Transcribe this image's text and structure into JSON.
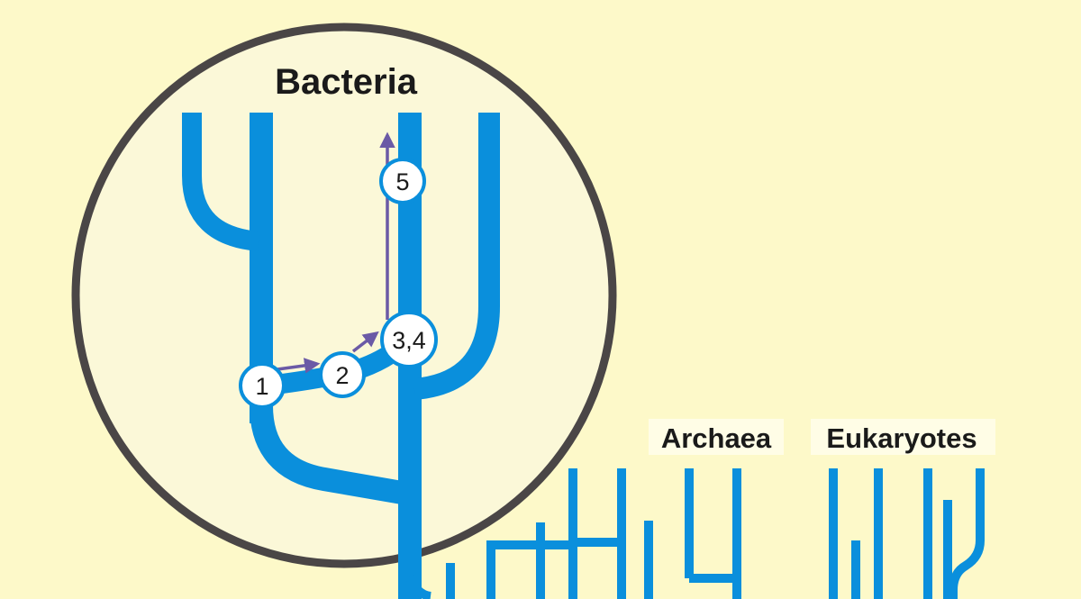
{
  "labels": {
    "bacteria": "Bacteria",
    "archaea": "Archaea",
    "eukaryotes": "Eukaryotes"
  },
  "nodes": [
    "1",
    "2",
    "3,4",
    "5"
  ],
  "colors": {
    "background": "#fdf9c9",
    "lens_fill": "#fbf8d8",
    "lens_ring": "#4a4646",
    "branch": "#0a8fdc",
    "arrow": "#6b5aa6",
    "node_ring": "#0a8fdc",
    "node_fill": "#ffffff"
  }
}
